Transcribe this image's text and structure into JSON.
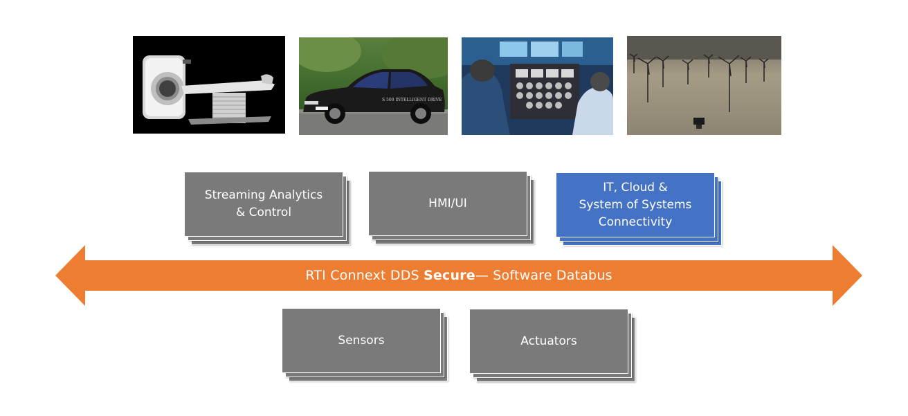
{
  "photos": [
    {
      "id": "mri",
      "subject": "mri-scanner"
    },
    {
      "id": "car",
      "subject": "autonomous-car",
      "car_text": "S 500 INTELLIGENT DRIVE"
    },
    {
      "id": "cockpit",
      "subject": "aircraft-cockpit"
    },
    {
      "id": "wind",
      "subject": "offshore-wind-farm"
    }
  ],
  "top_boxes": [
    {
      "label": "Streaming Analytics\n& Control",
      "color": "#7a7a7a"
    },
    {
      "label": "HMI/UI",
      "color": "#7a7a7a"
    },
    {
      "label": "IT, Cloud &\nSystem of Systems\nConnectivity",
      "color": "#4472c4"
    }
  ],
  "databus": {
    "prefix": "RTI Connext DDS ",
    "bold": "Secure",
    "suffix": "— Software Databus",
    "color": "#ed7d31"
  },
  "bottom_boxes": [
    {
      "label": "Sensors",
      "color": "#7a7a7a"
    },
    {
      "label": "Actuators",
      "color": "#7a7a7a"
    }
  ]
}
